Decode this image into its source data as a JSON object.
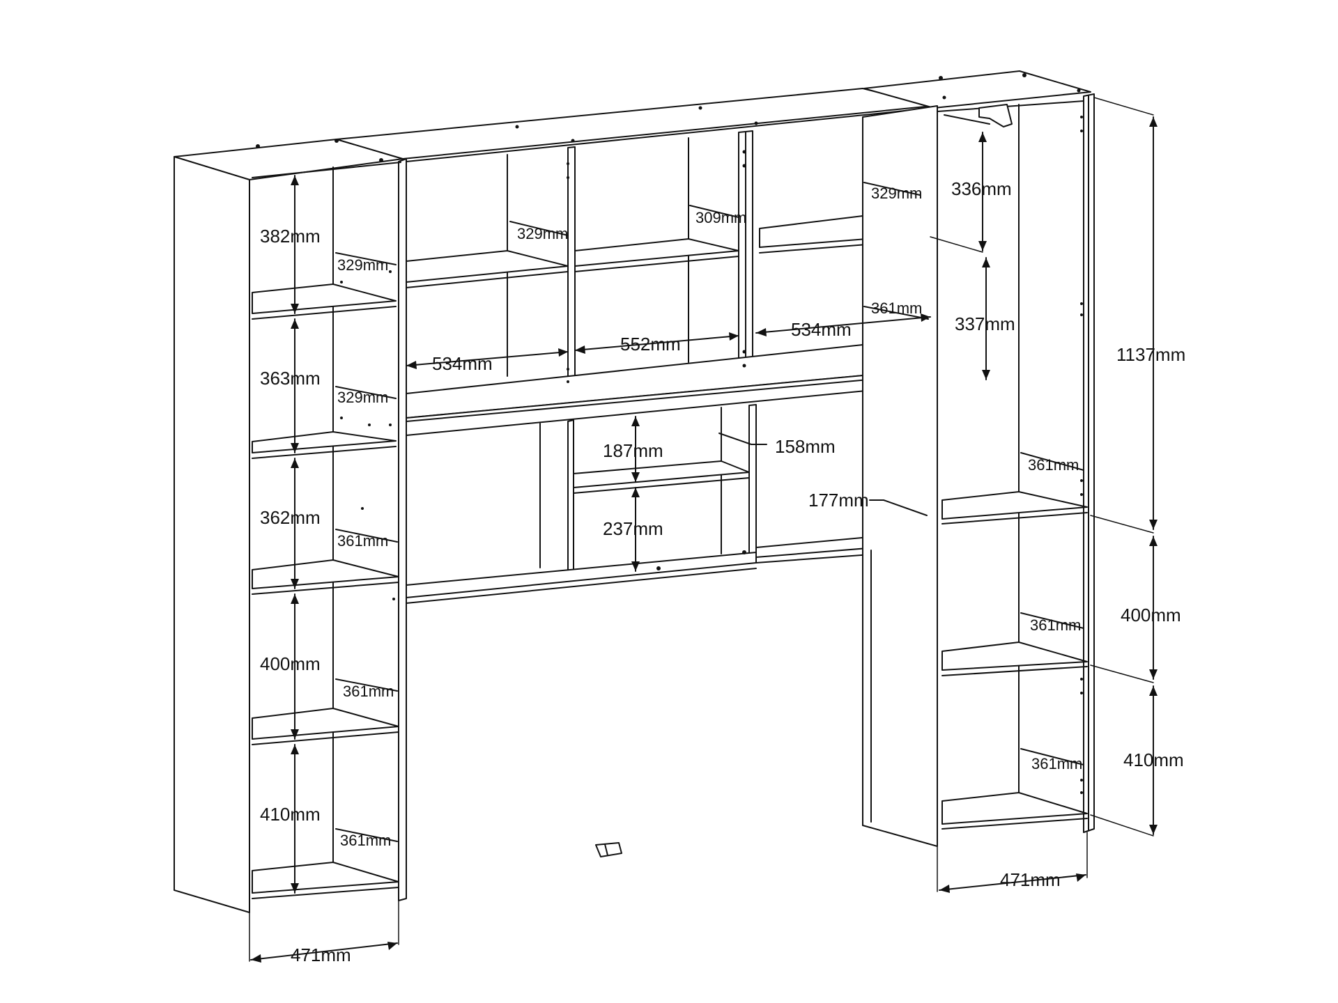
{
  "diagram": {
    "labels": {
      "left_382": "382mm",
      "left_363": "363mm",
      "left_362": "362mm",
      "left_400": "400mm",
      "left_410": "410mm",
      "left_depth_1": "329mm",
      "left_depth_2": "329mm",
      "left_depth_3": "361mm",
      "left_depth_4": "361mm",
      "left_depth_5": "361mm",
      "left_width": "471mm",
      "mid_depth_a": "329mm",
      "mid_depth_b": "309mm",
      "mid_depth_c": "329mm",
      "mid_depth_d": "361mm",
      "mid_534_left": "534mm",
      "mid_552": "552mm",
      "mid_534_right": "534mm",
      "mid_187": "187mm",
      "mid_237": "237mm",
      "mid_158": "158mm",
      "mid_177": "177mm",
      "right_336": "336mm",
      "right_337": "337mm",
      "right_1137": "1137mm",
      "right_400": "400mm",
      "right_410": "410mm",
      "right_depth_1": "361mm",
      "right_depth_2": "361mm",
      "right_depth_3": "361mm",
      "right_width": "471mm"
    }
  }
}
